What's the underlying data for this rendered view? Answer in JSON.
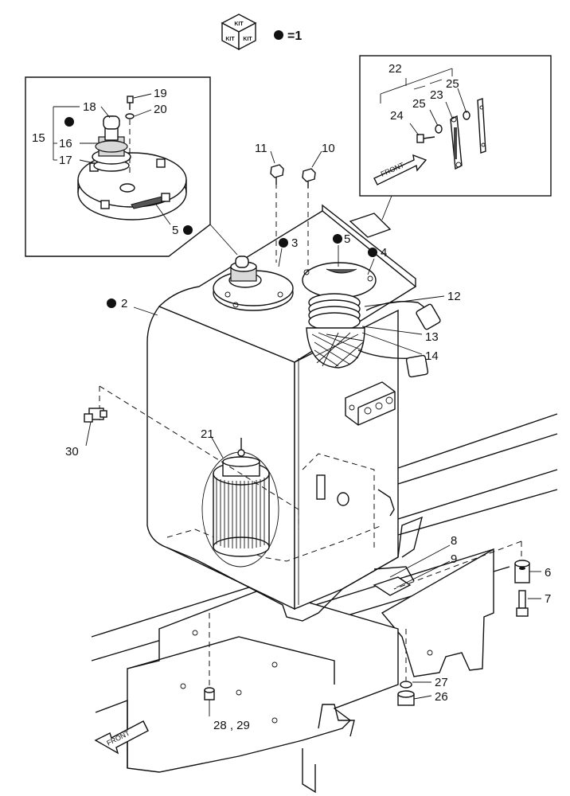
{
  "legend": {
    "kit_top": "KIT",
    "kit_left": "KIT",
    "kit_right": "KIT",
    "text": "=1"
  },
  "front_labels": {
    "inset": "FRONT",
    "main": "FRONT"
  },
  "callouts": {
    "c2": "2",
    "c3": "3",
    "c4": "4",
    "c5_main": "5",
    "c5_inset": "5",
    "c6": "6",
    "c7": "7",
    "c8": "8",
    "c9": "9",
    "c10": "10",
    "c11": "11",
    "c12": "12",
    "c13": "13",
    "c14": "14",
    "c15": "15",
    "c16": "16",
    "c17": "17",
    "c18": "18",
    "c19": "19",
    "c20": "20",
    "c21": "21",
    "c22": "22",
    "c23": "23",
    "c24": "24",
    "c25a": "25",
    "c25b": "25",
    "c26": "26",
    "c27": "27",
    "c28_29": "28 , 29",
    "c30": "30"
  },
  "colors": {
    "line": "#111111",
    "background": "#ffffff",
    "shade": "#d9d9d9"
  }
}
